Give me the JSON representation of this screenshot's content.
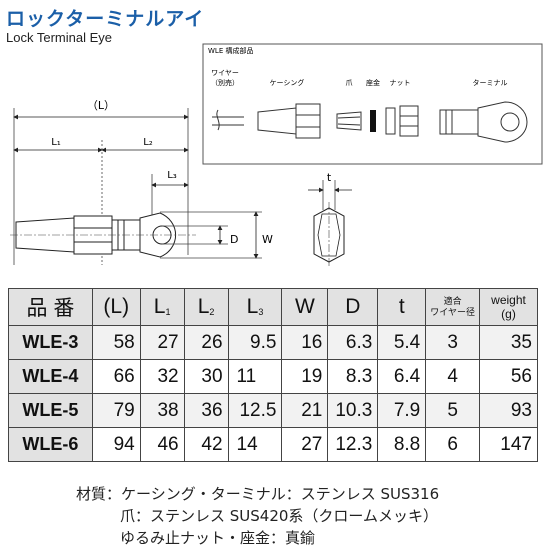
{
  "title": {
    "jp": "ロックターミナルアイ",
    "en": "Lock Terminal Eye"
  },
  "drawing": {
    "dim_L": "（L）",
    "dim_L1": "L₁",
    "dim_L2": "L₂",
    "dim_L3": "L₃",
    "dim_D": "D",
    "dim_W": "W",
    "dim_t": "t"
  },
  "components": {
    "box_title": "WLE 構成部品",
    "wire": "ワイヤー",
    "wire_note": "（別売）",
    "casing": "ケーシング",
    "claw": "爪",
    "washer": "座金",
    "nut": "ナット",
    "terminal": "ターミナル"
  },
  "table": {
    "headers": {
      "name": "品 番",
      "L": "(L)",
      "L1": "L",
      "L1_sub": "1",
      "L2": "L",
      "L2_sub": "2",
      "L3": "L",
      "L3_sub": "3",
      "W": "W",
      "D": "D",
      "t": "t",
      "wire_line1": "適合",
      "wire_line2": "ワイヤー径",
      "weight_line1": "weight",
      "weight_line2": "(g)"
    },
    "rows": [
      {
        "name": "WLE-3",
        "L": "58",
        "L1": "27",
        "L2": "26",
        "L3": "9.5",
        "W": "16",
        "D": "6.3",
        "t": "5.4",
        "wire": "3",
        "weight": "35"
      },
      {
        "name": "WLE-4",
        "L": "66",
        "L1": "32",
        "L2": "30",
        "L3": "11",
        "W": "19",
        "D": "8.3",
        "t": "6.4",
        "wire": "4",
        "weight": "56"
      },
      {
        "name": "WLE-5",
        "L": "79",
        "L1": "38",
        "L2": "36",
        "L3": "12.5",
        "W": "21",
        "D": "10.3",
        "t": "7.9",
        "wire": "5",
        "weight": "93"
      },
      {
        "name": "WLE-6",
        "L": "94",
        "L1": "46",
        "L2": "42",
        "L3": "14",
        "W": "27",
        "D": "12.3",
        "t": "8.8",
        "wire": "6",
        "weight": "147"
      }
    ]
  },
  "materials": {
    "line1": "材質：ケーシング・ターミナル：ステンレス SUS316",
    "line2": "爪：ステンレス SUS420系（クロームメッキ）",
    "line3": "ゆるみ止ナット・座金：真鍮"
  }
}
